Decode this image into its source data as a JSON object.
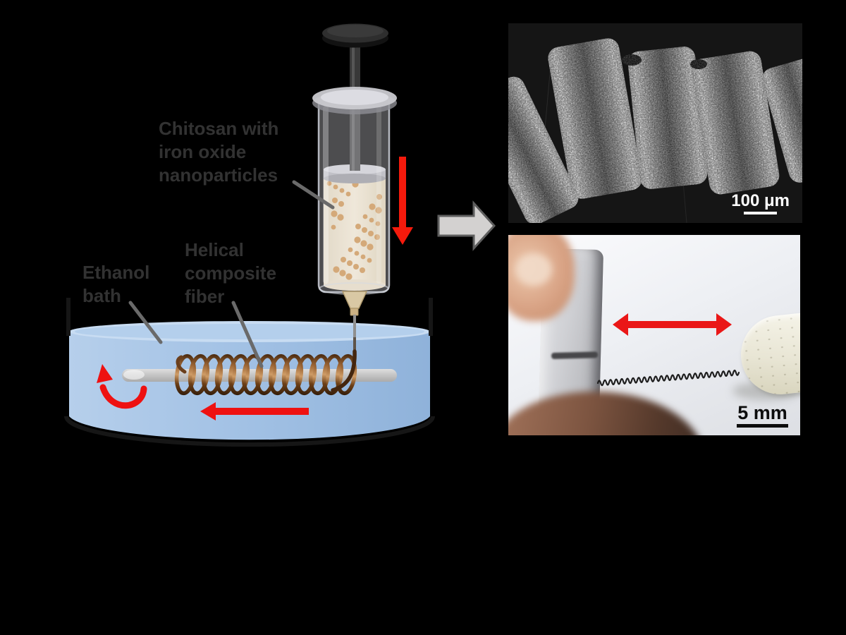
{
  "figure": {
    "type": "scientific-figure",
    "schematic": {
      "labels": {
        "syringe_contents": "Chitosan with\niron oxide\nnanoparticles",
        "bath": "Ethanol\nbath",
        "fiber": "Helical\ncomposite\nfiber"
      },
      "colors": {
        "arrow_red": "#f21b0e",
        "bath_blue": "#a5c4e6",
        "fiber_copper": "#8a552a",
        "syringe_liquid_tan": "#e6d9c0",
        "nanoparticle_orange": "#c8883f",
        "pointer_gray": "#6a6a6a",
        "process_arrow_gray": "#d3d1d0"
      }
    },
    "panels": {
      "sem": {
        "scale_label": "100 μm"
      },
      "photo": {
        "scale_label": "5 mm"
      }
    }
  }
}
